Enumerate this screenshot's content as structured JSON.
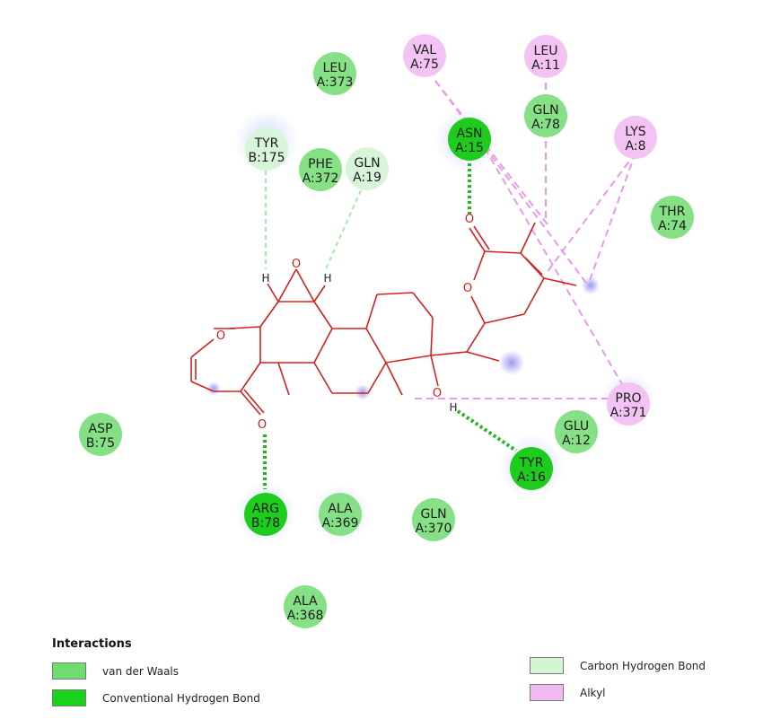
{
  "residues": [
    {
      "label": "LEU",
      "id": "A:373",
      "type": "vdw"
    },
    {
      "label": "VAL",
      "id": "A:75",
      "type": "alkyl"
    },
    {
      "label": "LEU",
      "id": "A:11",
      "type": "alkyl"
    },
    {
      "label": "ASN",
      "id": "A:15",
      "type": "hbond"
    },
    {
      "label": "GLN",
      "id": "A:78",
      "type": "vdw"
    },
    {
      "label": "LYS",
      "id": "A:8",
      "type": "alkyl"
    },
    {
      "label": "TYR",
      "id": "B:175",
      "type": "chbond"
    },
    {
      "label": "PHE",
      "id": "A:372",
      "type": "vdw"
    },
    {
      "label": "GLN",
      "id": "A:19",
      "type": "chbond"
    },
    {
      "label": "THR",
      "id": "A:74",
      "type": "vdw"
    },
    {
      "label": "PRO",
      "id": "A:371",
      "type": "alkyl"
    },
    {
      "label": "GLU",
      "id": "A:12",
      "type": "vdw"
    },
    {
      "label": "ASP",
      "id": "B:75",
      "type": "vdw"
    },
    {
      "label": "TYR",
      "id": "A:16",
      "type": "hbond"
    },
    {
      "label": "ARG",
      "id": "B:78",
      "type": "hbond"
    },
    {
      "label": "ALA",
      "id": "A:369",
      "type": "vdw"
    },
    {
      "label": "GLN",
      "id": "A:370",
      "type": "vdw"
    },
    {
      "label": "ALA",
      "id": "A:368",
      "type": "vdw"
    }
  ],
  "atoms": {
    "oxygen": "O",
    "hydrogen": "H"
  },
  "legend": {
    "title": "Interactions",
    "items": [
      {
        "label": "van der Waals",
        "color": "#6fdc6f"
      },
      {
        "label": "Conventional Hydrogen Bond",
        "color": "#19d219"
      },
      {
        "label": "Carbon Hydrogen Bond",
        "color": "#d3f5d3"
      },
      {
        "label": "Alkyl",
        "color": "#f2b8f2"
      }
    ]
  },
  "colors": {
    "vdw": "#86e086",
    "hbond": "#1dcc1d",
    "chbond": "#d9f5d9",
    "alkyl": "#f3c4f3",
    "ligand_bond": "#d62020",
    "hbond_line": "#1fb81f",
    "chbond_line": "#a8e8a8",
    "alkyl_line": "#e89ae8"
  }
}
